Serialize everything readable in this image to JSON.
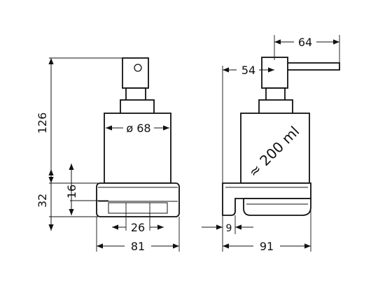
{
  "dimensions": {
    "height_total": "126",
    "height_holder": "32",
    "height_insert": "16",
    "diameter": "ø 68",
    "depth_pump": "54",
    "length_spout": "64",
    "width_front": "81",
    "width_inner": "26",
    "depth_wall": "9",
    "depth_total": "91",
    "capacity": "≈ 200 ml"
  },
  "colors": {
    "line": "#111111",
    "background": "#ffffff"
  }
}
